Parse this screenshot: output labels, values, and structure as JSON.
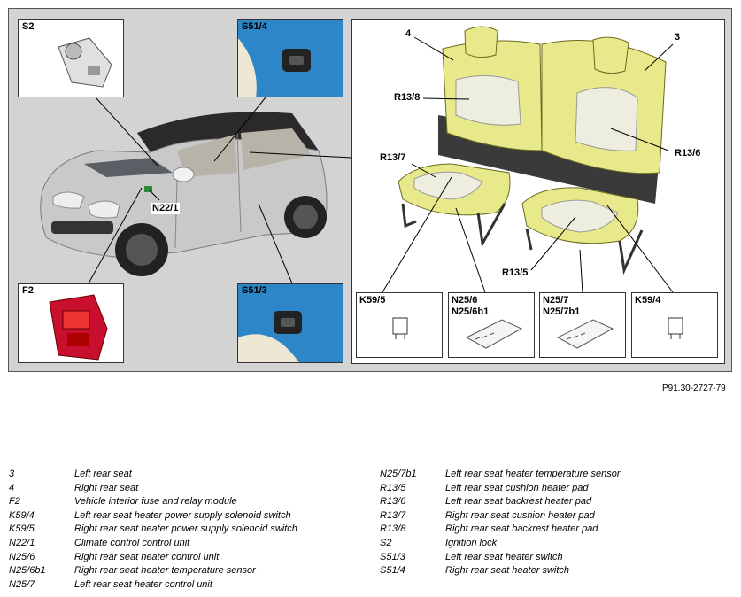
{
  "figure": {
    "reference": "P91.30-2727-79",
    "callouts": {
      "s2": "S2",
      "s51_4": "S51/4",
      "f2": "F2",
      "s51_3": "S51/3",
      "n22_1": "N22/1",
      "seat_4": "4",
      "seat_3": "3",
      "r13_8": "R13/8",
      "r13_7": "R13/7",
      "r13_6": "R13/6",
      "r13_5": "R13/5",
      "k59_5": "K59/5",
      "n25_6": "N25/6\nN25/6b1",
      "n25_7": "N25/7\nN25/7b1",
      "k59_4": "K59/4"
    }
  },
  "legend_left": [
    {
      "code": "3",
      "desc": "Left rear seat"
    },
    {
      "code": "4",
      "desc": "Right rear seat"
    },
    {
      "code": "F2",
      "desc": "Vehicle interior fuse and relay module"
    },
    {
      "code": "K59/4",
      "desc": "Left rear seat heater power supply solenoid switch"
    },
    {
      "code": "K59/5",
      "desc": "Right rear seat heater power supply solenoid switch"
    },
    {
      "code": "N22/1",
      "desc": "Climate control control unit"
    },
    {
      "code": "N25/6",
      "desc": "Right rear seat heater control unit"
    },
    {
      "code": "N25/6b1",
      "desc": "Right rear seat heater temperature sensor"
    },
    {
      "code": "N25/7",
      "desc": "Left rear seat heater control unit"
    }
  ],
  "legend_right": [
    {
      "code": "N25/7b1",
      "desc": "Left rear seat heater temperature sensor"
    },
    {
      "code": "R13/5",
      "desc": "Left rear seat cushion heater pad"
    },
    {
      "code": "R13/6",
      "desc": "Left rear seat backrest heater pad"
    },
    {
      "code": "R13/7",
      "desc": "Right rear seat cushion heater pad"
    },
    {
      "code": "R13/8",
      "desc": "Right rear seat backrest heater pad"
    },
    {
      "code": "S2",
      "desc": "Ignition lock"
    },
    {
      "code": "S51/3",
      "desc": "Left rear seat heater switch"
    },
    {
      "code": "S51/4",
      "desc": "Right rear seat heater switch"
    }
  ]
}
